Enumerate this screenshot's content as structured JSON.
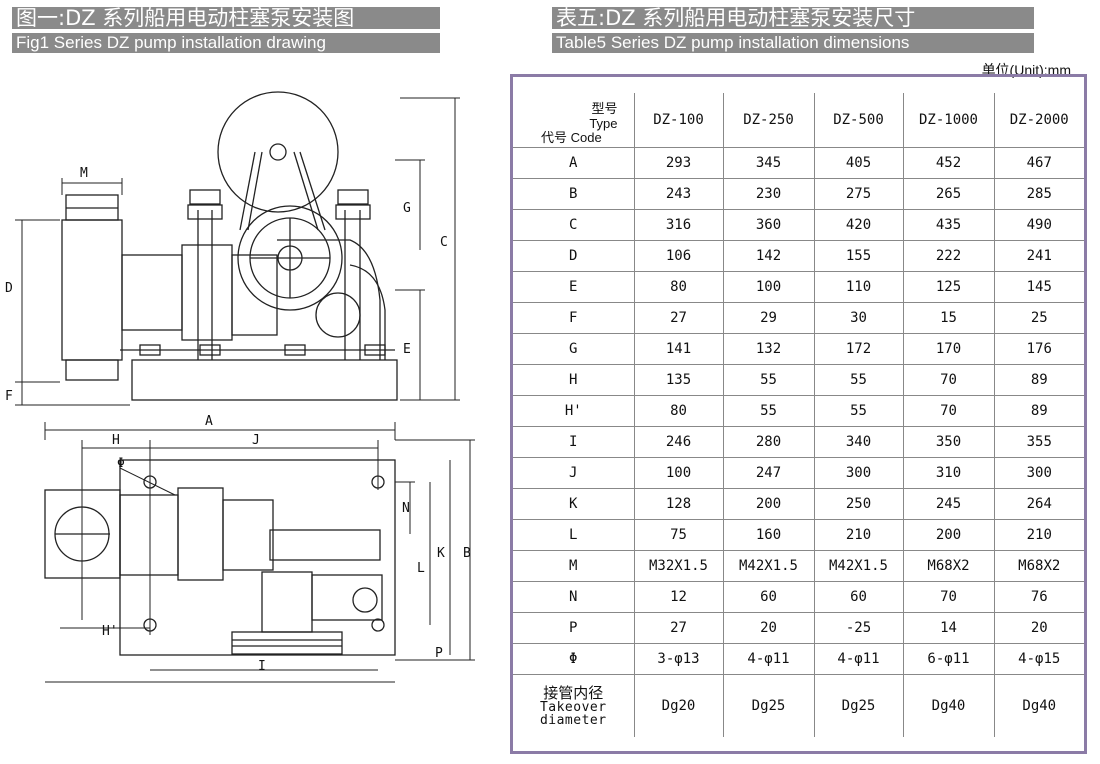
{
  "figure": {
    "title_cn": "图一:DZ 系列船用电动柱塞泵安装图",
    "title_en": "Fig1 Series DZ pump installation drawing",
    "labels": [
      "M",
      "D",
      "F",
      "G",
      "C",
      "E",
      "A",
      "H",
      "J",
      "Φ",
      "N",
      "L",
      "K",
      "B",
      "H'",
      "I",
      "P"
    ]
  },
  "table": {
    "title_cn": "表五:DZ 系列船用电动柱塞泵安装尺寸",
    "title_en": "Table5 Series DZ pump installation dimensions",
    "unit": "单位(Unit):mm",
    "corner": {
      "type_cn": "型号",
      "type_en": "Type",
      "code": "代号 Code"
    },
    "models": [
      "DZ-100",
      "DZ-250",
      "DZ-500",
      "DZ-1000",
      "DZ-2000"
    ],
    "rows": [
      {
        "code": "A",
        "values": [
          "293",
          "345",
          "405",
          "452",
          "467"
        ]
      },
      {
        "code": "B",
        "values": [
          "243",
          "230",
          "275",
          "265",
          "285"
        ]
      },
      {
        "code": "C",
        "values": [
          "316",
          "360",
          "420",
          "435",
          "490"
        ]
      },
      {
        "code": "D",
        "values": [
          "106",
          "142",
          "155",
          "222",
          "241"
        ]
      },
      {
        "code": "E",
        "values": [
          "80",
          "100",
          "110",
          "125",
          "145"
        ]
      },
      {
        "code": "F",
        "values": [
          "27",
          "29",
          "30",
          "15",
          "25"
        ]
      },
      {
        "code": "G",
        "values": [
          "141",
          "132",
          "172",
          "170",
          "176"
        ]
      },
      {
        "code": "H",
        "values": [
          "135",
          "55",
          "55",
          "70",
          "89"
        ]
      },
      {
        "code": "H'",
        "values": [
          "80",
          "55",
          "55",
          "70",
          "89"
        ]
      },
      {
        "code": "I",
        "values": [
          "246",
          "280",
          "340",
          "350",
          "355"
        ]
      },
      {
        "code": "J",
        "values": [
          "100",
          "247",
          "300",
          "310",
          "300"
        ]
      },
      {
        "code": "K",
        "values": [
          "128",
          "200",
          "250",
          "245",
          "264"
        ]
      },
      {
        "code": "L",
        "values": [
          "75",
          "160",
          "210",
          "200",
          "210"
        ]
      },
      {
        "code": "M",
        "values": [
          "M32X1.5",
          "M42X1.5",
          "M42X1.5",
          "M68X2",
          "M68X2"
        ]
      },
      {
        "code": "N",
        "values": [
          "12",
          "60",
          "60",
          "70",
          "76"
        ]
      },
      {
        "code": "P",
        "values": [
          "27",
          "20",
          "-25",
          "14",
          "20"
        ]
      },
      {
        "code": "Φ",
        "values": [
          "3-φ13",
          "4-φ11",
          "4-φ11",
          "6-φ11",
          "4-φ15"
        ]
      }
    ],
    "takeover": {
      "label_cn": "接管内径",
      "label_en_1": "Takeover",
      "label_en_2": "diameter",
      "values": [
        "Dg20",
        "Dg25",
        "Dg25",
        "Dg40",
        "Dg40"
      ]
    }
  }
}
